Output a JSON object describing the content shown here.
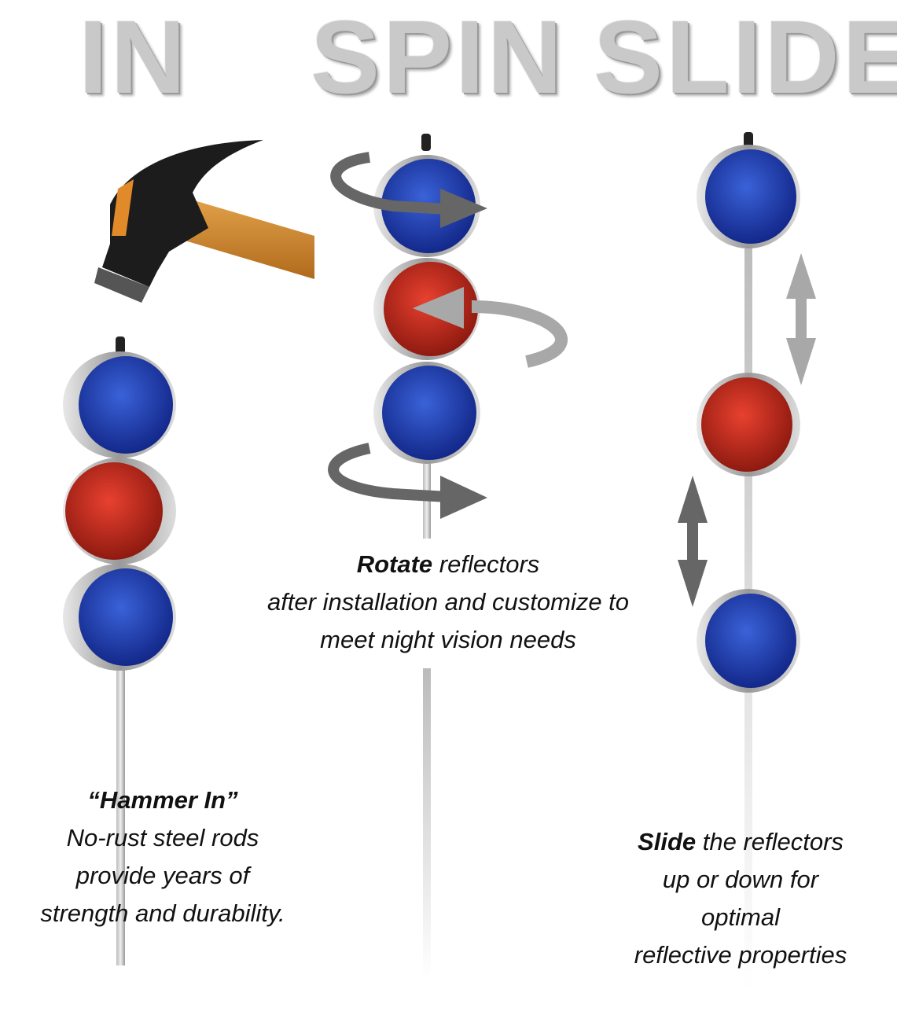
{
  "headings": {
    "in": "IN",
    "spin": "SPIN",
    "slide": "SLIDE"
  },
  "captions": {
    "hammer": {
      "title": "“Hammer In”",
      "lines": [
        "No-rust steel rods",
        "provide years of",
        "strength and durability."
      ]
    },
    "rotate": {
      "bold": "Rotate",
      "rest": " reflectors",
      "lines": [
        "after installation and customize to",
        "meet night vision needs"
      ]
    },
    "slide": {
      "bold": "Slide",
      "rest": " the reflectors",
      "lines": [
        "up or down for",
        "optimal",
        "reflective properties"
      ]
    }
  },
  "colors": {
    "blue_reflector": "#1f3fae",
    "red_reflector": "#c8261a",
    "heading_grey": "#c9c9c9",
    "arrow_dark": "#666666",
    "arrow_light": "#a8a8a8"
  }
}
